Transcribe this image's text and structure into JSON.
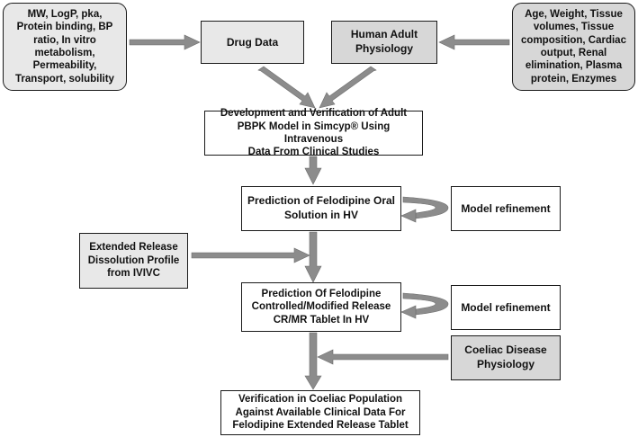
{
  "colors": {
    "arrow": "#8c8c8c",
    "box_white": "#ffffff",
    "box_light": "#e8e8e8",
    "box_mid": "#d7d7d7",
    "border": "#1a1a1a"
  },
  "nodes": {
    "drug_inputs": "MW, LogP, pka,\nProtein binding, BP\nratio, In vitro\nmetabolism,\nPermeability,\nTransport, solubility",
    "drug_data": "Drug Data",
    "human_physiology": "Human Adult\nPhysiology",
    "physiology_inputs": "Age, Weight, Tissue\nvolumes, Tissue\ncomposition, Cardiac\noutput, Renal\nelimination, Plasma\nprotein, Enzymes",
    "development": "Development and Verification of Adult\nPBPK Model in Simcyp® Using Intravenous\nData From Clinical Studies",
    "prediction_oral": "Prediction of Felodipine Oral\nSolution in HV",
    "model_refinement_1": "Model refinement",
    "extended_release": "Extended Release\nDissolution Profile\nfrom IVIVC",
    "prediction_cr": "Prediction Of Felodipine\nControlled/Modified Release\nCR/MR Tablet In HV",
    "model_refinement_2": "Model refinement",
    "coeliac_physiology": "Coeliac Disease\nPhysiology",
    "verification": "Verification in Coeliac Population\nAgainst Available Clinical Data For\nFelodipine Extended Release Tablet"
  }
}
